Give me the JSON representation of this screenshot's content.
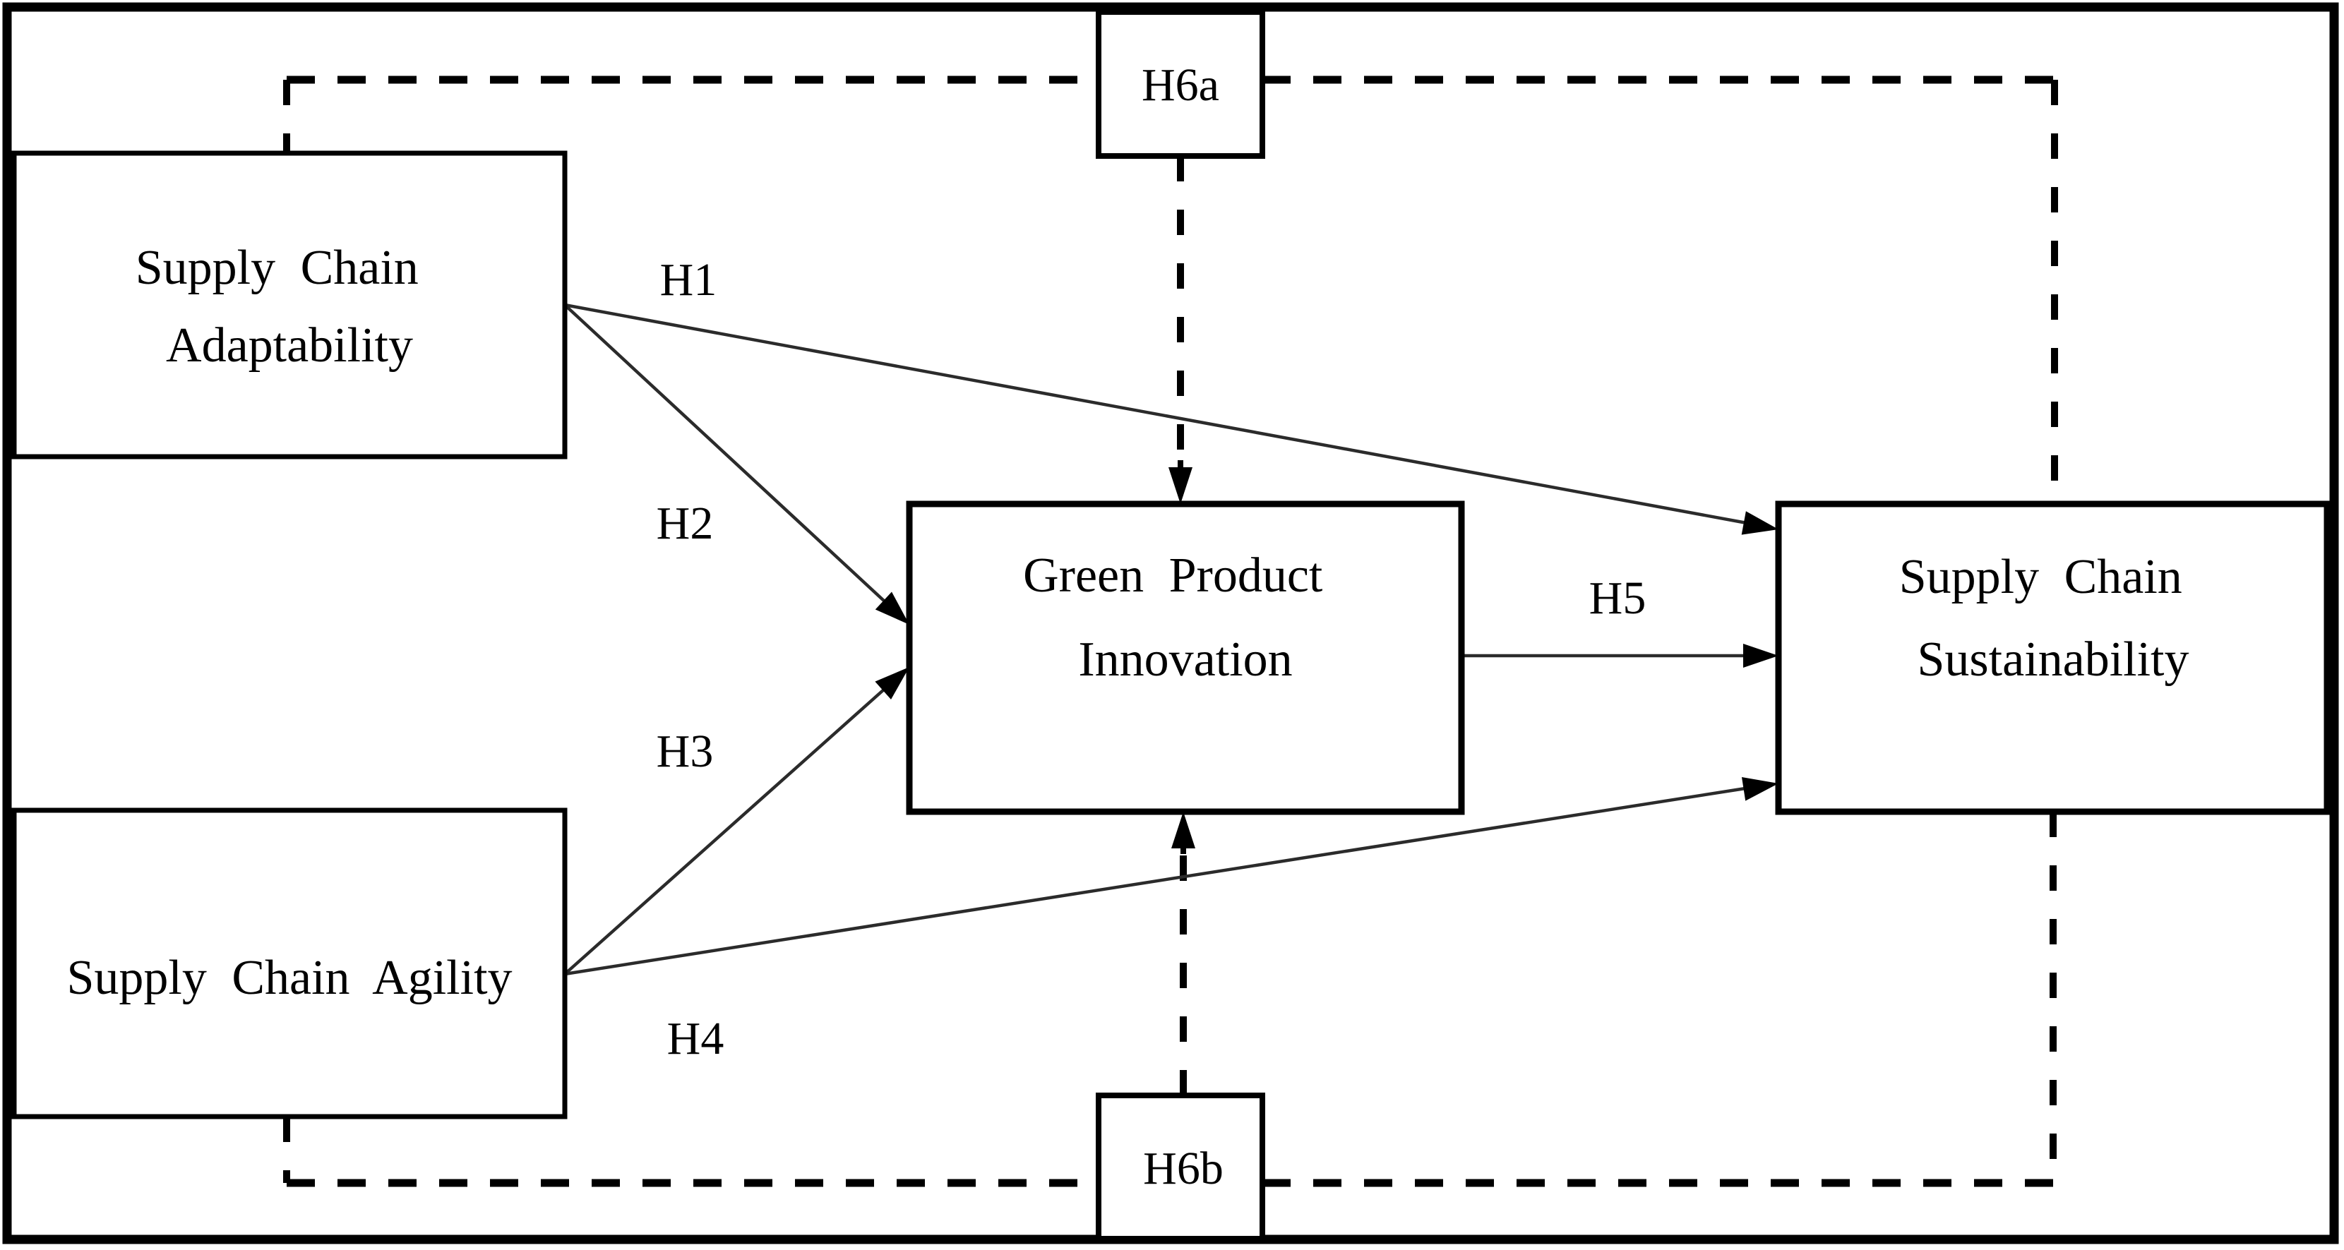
{
  "nodes": {
    "adaptability": {
      "line1": "Supply Chain",
      "line2": "Adaptability"
    },
    "agility": {
      "label": "Supply Chain Agility"
    },
    "green_product_innovation": {
      "line1": "Green Product",
      "line2": "Innovation"
    },
    "sustainability": {
      "line1": "Supply Chain",
      "line2": "Sustainability"
    }
  },
  "hypotheses": {
    "h1": {
      "label": "H1"
    },
    "h2": {
      "label": "H2"
    },
    "h3": {
      "label": "H3"
    },
    "h4": {
      "label": "H4"
    },
    "h5": {
      "label": "H5"
    },
    "h6a": {
      "label": "H6a"
    },
    "h6b": {
      "label": "H6b"
    }
  },
  "edges": [
    {
      "label": "H1",
      "from": "Supply Chain Adaptability",
      "to": "Supply Chain Sustainability",
      "style": "solid-arrow"
    },
    {
      "label": "H2",
      "from": "Supply Chain Adaptability",
      "to": "Green Product Innovation",
      "style": "solid-arrow"
    },
    {
      "label": "H3",
      "from": "Supply Chain Agility",
      "to": "Green Product Innovation",
      "style": "solid-arrow"
    },
    {
      "label": "H4",
      "from": "Supply Chain Agility",
      "to": "Supply Chain Sustainability",
      "style": "solid-arrow"
    },
    {
      "label": "H5",
      "from": "Green Product Innovation",
      "to": "Supply Chain Sustainability",
      "style": "solid-arrow"
    },
    {
      "label": "H6a",
      "from": "Supply Chain Adaptability",
      "to": "Green Product Innovation",
      "style": "dashed-moderation"
    },
    {
      "label": "H6b",
      "from": "Supply Chain Agility",
      "to": "Green Product Innovation",
      "style": "dashed-moderation"
    }
  ],
  "colors": {
    "line": "#000000",
    "background": "#ffffff"
  }
}
